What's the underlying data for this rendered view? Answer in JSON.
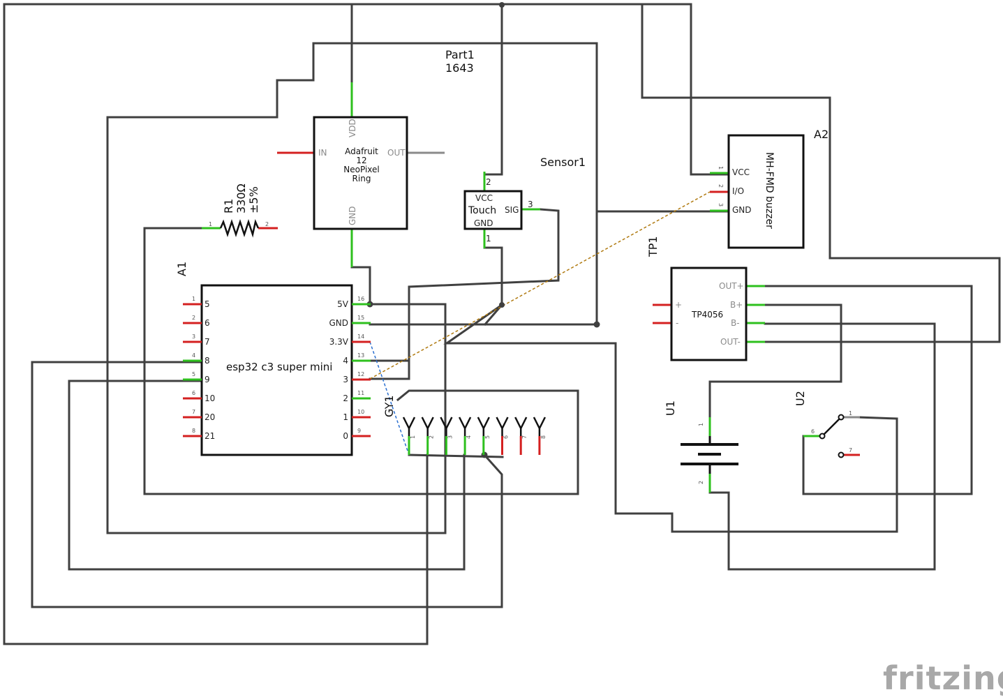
{
  "logo": "fritzing",
  "neopixel": {
    "ref": "Part1",
    "value": "1643",
    "name_lines": [
      "Adafruit",
      "12",
      "NeoPixel",
      "Ring"
    ],
    "pins": {
      "vdd": "VDD",
      "in": "IN",
      "out": "OUT",
      "gnd": "GND"
    }
  },
  "resistor": {
    "ref": "R1",
    "value": "330Ω",
    "tolerance": "±5%",
    "pin1": "1",
    "pin2": "2"
  },
  "touch": {
    "ref": "Sensor1",
    "name": "Touch",
    "vcc": "VCC",
    "gnd": "GND",
    "sig": "SIG",
    "n1": "1",
    "n2": "2",
    "n3": "3"
  },
  "buzzer": {
    "ref": "A2",
    "name": "MH-FMD buzzer",
    "vcc": "VCC",
    "io": "I/O",
    "gnd": "GND",
    "n1": "1",
    "n2": "2",
    "n3": "3"
  },
  "charger": {
    "ref": "TP1",
    "name": "TP4056",
    "out_plus": "OUT+",
    "b_plus": "B+",
    "b_minus": "B-",
    "out_minus": "OUT-",
    "plus": "+",
    "minus": "-"
  },
  "battery": {
    "ref": "U1",
    "n1": "1",
    "n2": "2"
  },
  "switch": {
    "ref": "U2",
    "n1": "1",
    "n6": "6",
    "n7": "7"
  },
  "connector": {
    "ref": "GY1",
    "nums": [
      "1",
      "2",
      "3",
      "4",
      "5",
      "6",
      "7",
      "8"
    ]
  },
  "mcu": {
    "ref": "A1",
    "name": "esp32 c3 super mini",
    "left_pins": [
      {
        "num": "1",
        "label": "5"
      },
      {
        "num": "2",
        "label": "6"
      },
      {
        "num": "3",
        "label": "7"
      },
      {
        "num": "4",
        "label": "8"
      },
      {
        "num": "5",
        "label": "9"
      },
      {
        "num": "6",
        "label": "10"
      },
      {
        "num": "7",
        "label": "20"
      },
      {
        "num": "8",
        "label": "21"
      }
    ],
    "right_pins": [
      {
        "num": "16",
        "label": "5V"
      },
      {
        "num": "15",
        "label": "GND"
      },
      {
        "num": "14",
        "label": "3.3V"
      },
      {
        "num": "13",
        "label": "4"
      },
      {
        "num": "12",
        "label": "3"
      },
      {
        "num": "11",
        "label": "2"
      },
      {
        "num": "10",
        "label": "1"
      },
      {
        "num": "9",
        "label": "0"
      }
    ]
  }
}
